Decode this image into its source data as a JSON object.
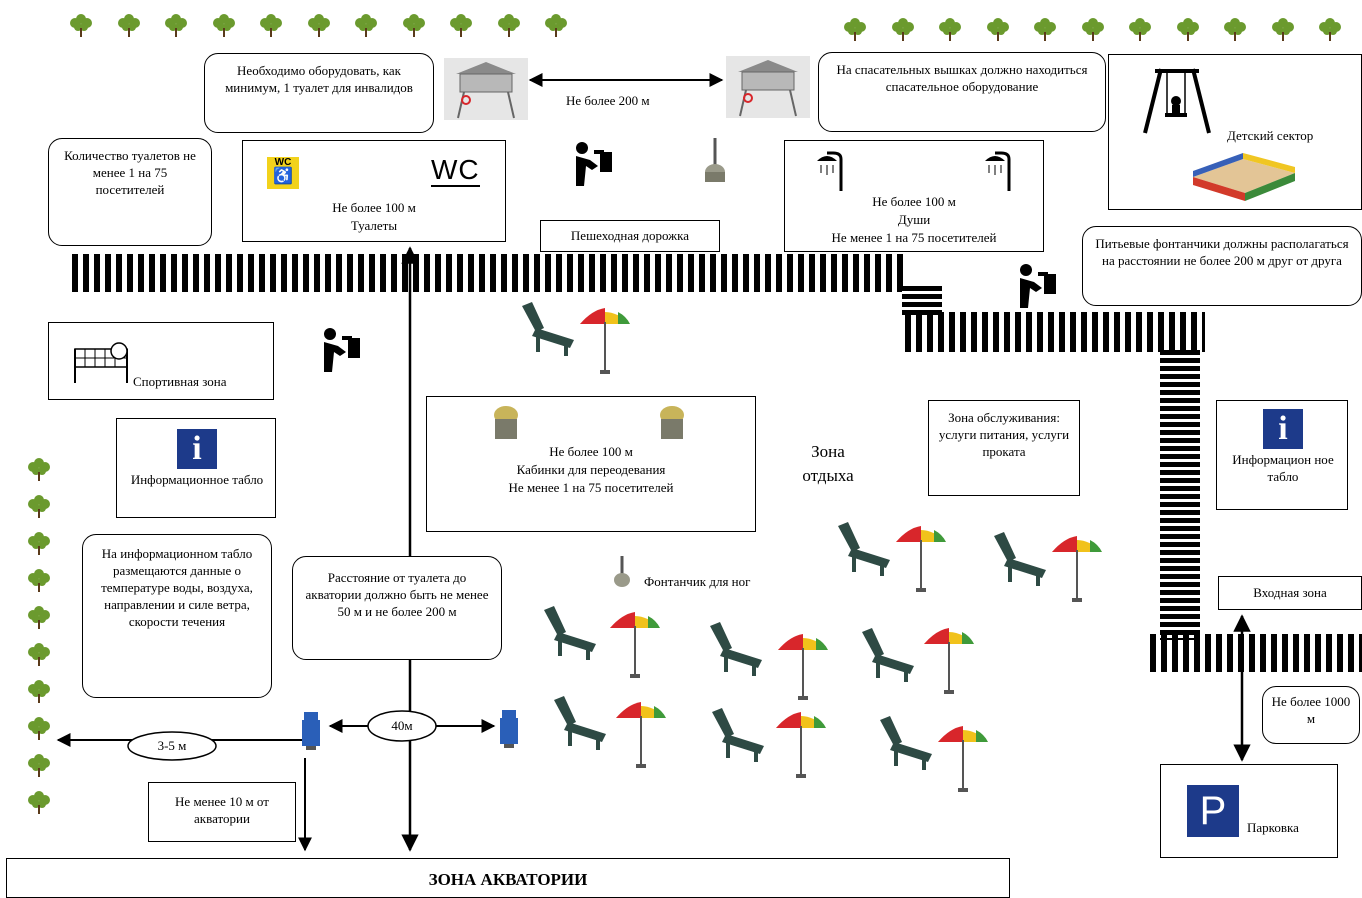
{
  "labels": {
    "disabled_toilet_note": "Необходимо оборудовать, как минимум, 1 туалет для инвалидов",
    "towers_distance": "Не более 200 м",
    "rescue_equipment": "На спасательных вышках должно находиться спасательное оборудование",
    "kids_sector": "Детский сектор",
    "toilets_count": "Количество туалетов не менее 1 на 75 посетителей",
    "toilets_distance": "Не более 100 м",
    "toilets": "Туалеты",
    "wc_badge": "WC",
    "wc_text": "WC",
    "footpath": "Пешеходная дорожка",
    "showers_distance": "Не более 100 м",
    "showers": "Души",
    "showers_count": "Не менее 1 на 75 посетителей",
    "fountains_note": "Питьевые фонтанчики должны располагаться на расстоянии не более 200 м друг от друга",
    "sports_zone": "Спортивная зона",
    "info_board_left": "Информационное табло",
    "info_glyph": "i",
    "cabins_distance": "Не более 100 м",
    "cabins": "Кабинки для переодевания",
    "cabins_count": "Не менее 1 на 75 посетителей",
    "rest_zone": "Зона отдыха",
    "service_zone": "Зона обслуживания: услуги питания, услуги проката",
    "info_board_right": "Информацион ное табло",
    "info_content_note": "На информационном табло размещаются данные о температуре воды, воздуха, направлении и силе ветра, скорости течения",
    "toilet_distance_note": "Расстояние от туалета до акватории должно быть не менее 50 м и не более 200 м",
    "foot_fountain": "Фонтанчик для ног",
    "entrance_zone": "Входная зона",
    "parking_distance": "Не более 1000 м",
    "bins_distance": "40м",
    "trees_distance": "3-5 м",
    "water_min_distance": "Не менее 10 м от акватории",
    "parking": "Парковка",
    "parking_glyph": "P",
    "water_zone": "ЗОНА АКВАТОРИИ"
  },
  "colors": {
    "tree": "#6b9a2e",
    "info_blue": "#1d3a8a",
    "wc_yellow": "#f2d21b",
    "lounger": "#2e4a44",
    "umbrella_red": "#d8262b",
    "umbrella_yellow": "#f1c21b",
    "umbrella_green": "#3f9a3a",
    "bin_blue": "#2a5fb8"
  },
  "icons": {
    "tree": "tree-icon",
    "drinking_fountain": "drinking-fountain-icon",
    "shower": "shower-icon",
    "lounger": "sun-lounger-icon",
    "umbrella": "beach-umbrella-icon",
    "bin": "trash-bin-icon",
    "cabin": "changing-cabin-icon",
    "tower": "rescue-tower-icon",
    "swing": "swing-icon",
    "sandbox": "sandbox-icon",
    "volleyball": "volleyball-net-icon"
  }
}
